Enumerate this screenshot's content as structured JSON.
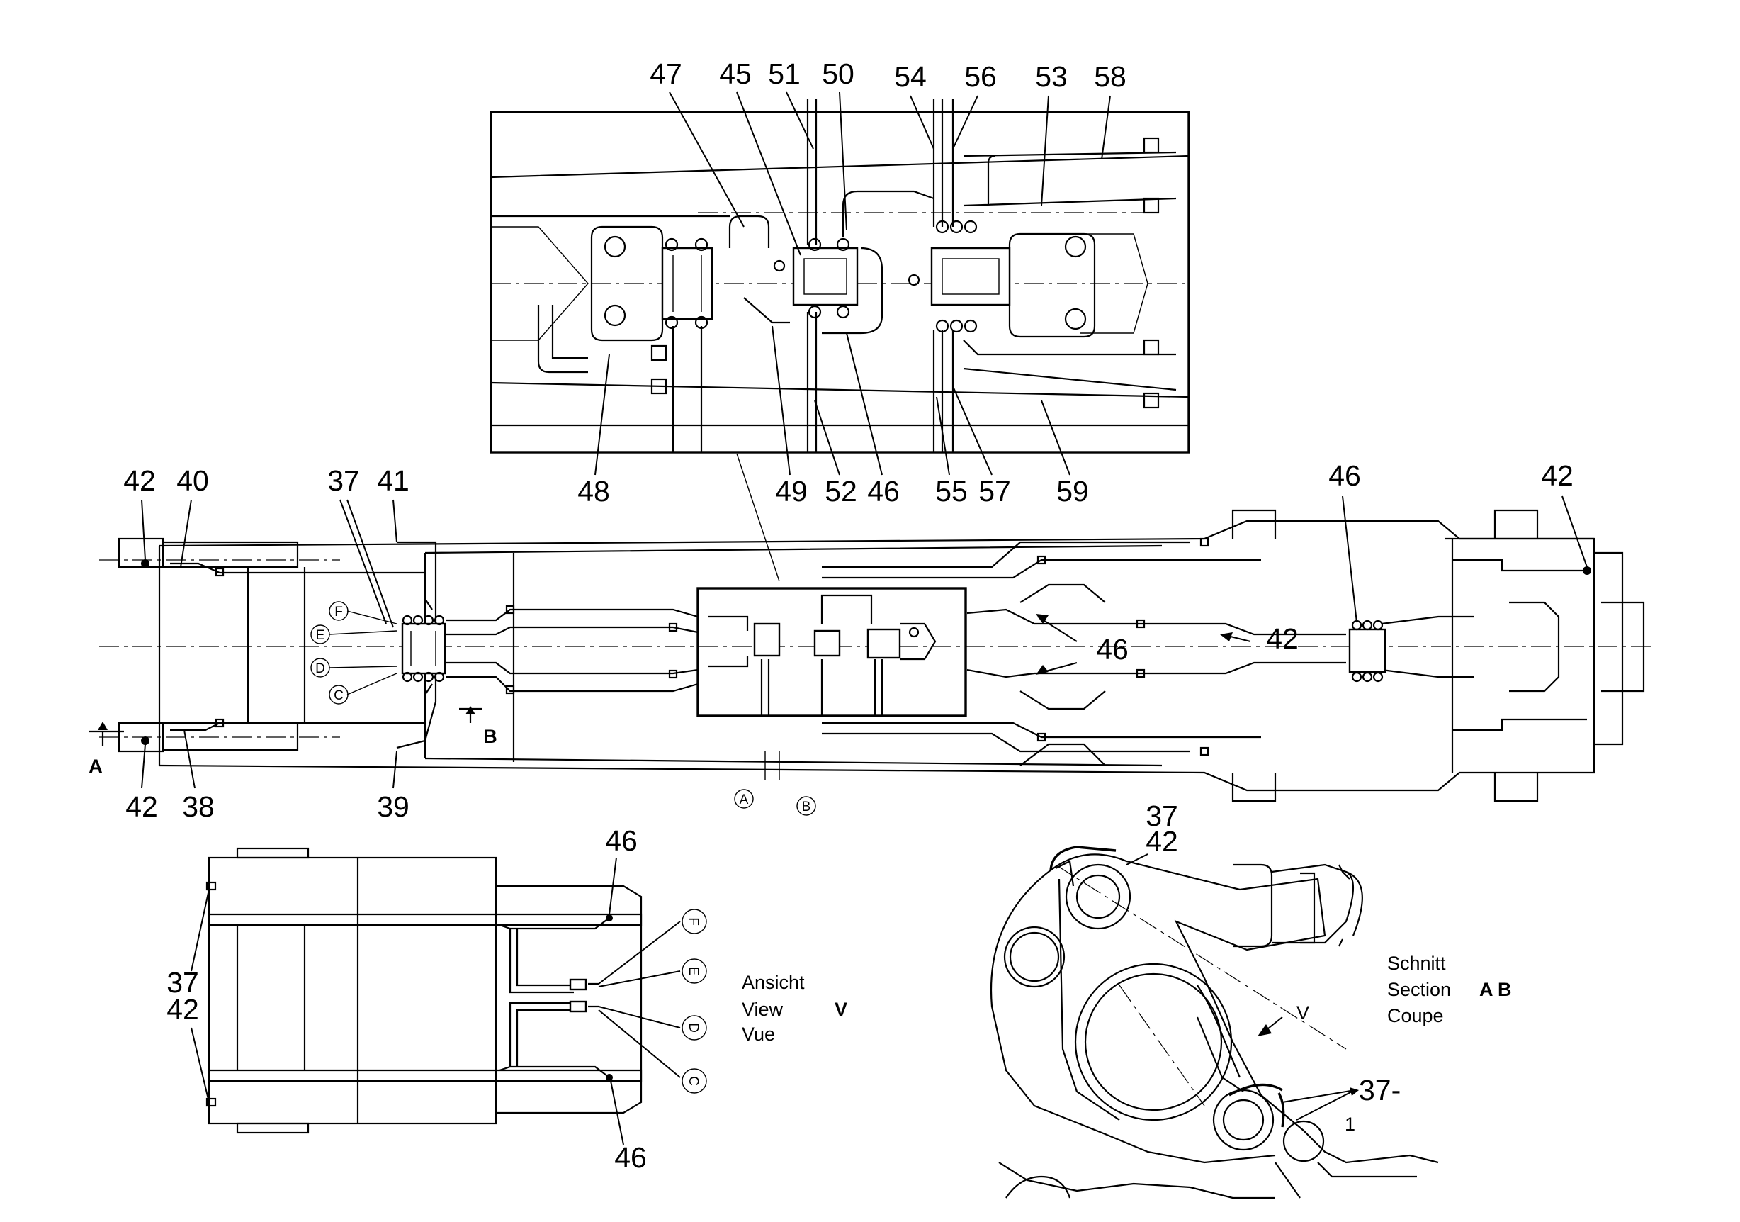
{
  "callouts_detail": [
    "47",
    "45",
    "51",
    "50",
    "54",
    "56",
    "53",
    "58",
    "48",
    "49",
    "52",
    "46",
    "55",
    "57",
    "59"
  ],
  "callouts_main": [
    "42",
    "40",
    "37",
    "41",
    "46",
    "42",
    "46",
    "42",
    "42",
    "38",
    "39"
  ],
  "section_markers": {
    "a": "A",
    "b": "B"
  },
  "port_letters": {
    "f": "F",
    "e": "E",
    "d": "D",
    "c": "C",
    "a": "A",
    "b": "B"
  },
  "view_v": {
    "callouts": [
      "46",
      "37",
      "42",
      "46"
    ],
    "caption": [
      "Ansicht",
      "View",
      "Vue"
    ],
    "letter": "V"
  },
  "section_ab": {
    "callouts": [
      "37",
      "42",
      "37-",
      "1"
    ],
    "caption": [
      "Schnitt",
      "Section",
      "Coupe"
    ],
    "caption_suffix": "A B",
    "view_letter": "V"
  }
}
